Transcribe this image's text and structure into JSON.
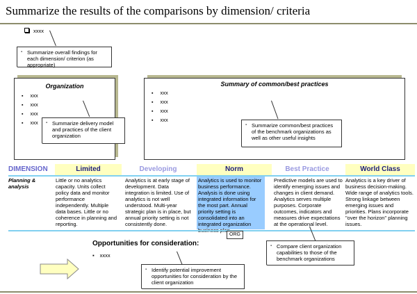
{
  "title": "Summarize the results of the comparisons by dimension/ criteria",
  "top_bullet": "xxxx",
  "callouts": {
    "overall": "Summarize overall findings for each dimension/ criterion (as appropriate)",
    "org": "Summarize delivery model and practices of the client organization",
    "summary": "Summarize common/best practices of the benchmark organizations as well as other useful insights",
    "compare": "Compare client organization capabilities to those of the benchmark organizations",
    "identify": "Identify potential improvement opportunities for consideration by the client organization"
  },
  "org_box": {
    "title": "Organization",
    "items": [
      "xxx",
      "xxx",
      "xxx",
      "xxx"
    ]
  },
  "summary_box": {
    "title": "Summary of common/best practices",
    "items": [
      "xxx",
      "xxx",
      "xxx",
      "xxx"
    ]
  },
  "table": {
    "dimension_header": "DIMENSION",
    "levels": [
      "Limited",
      "Developing",
      "Norm",
      "Best Practice",
      "World Class"
    ],
    "row": {
      "dimension": "Planning & analysis",
      "cells": [
        "Little or no analytics capacity.  Units collect policy data and monitor performance independently.  Multiple data bases. Little or no coherence in planning and reporting.",
        "Analytics is at early stage of development. Data integration is limited.  Use of analytics is not well understood. Multi-year strategic plan is in place, but annual priority setting is not consistently done.",
        "Analytics is used to monitor business performance. Analysis is done using integrated information for the most part.  Annual priority setting is consolidated into an integrated organization business plan.",
        "Predictive models are used to identify emerging issues and changes in client demand.  Analytics serves multiple purposes. Corporate outcomes, indicators and measures drive expectations at the operational level.",
        "Analytics is a key driver of business decision-making. Wide range of analytics tools. Strong linkage between emerging issues and priorities. Plans incorporate \"over the horizon\" planning issues."
      ]
    },
    "marker": "ORG"
  },
  "opportunities": {
    "title": "Opportunities for consideration:",
    "items": [
      "xxxx"
    ]
  },
  "colors": {
    "highlight_yellow": "#ffffc0",
    "norm_blue": "#99ccff",
    "rule_line": "#80d0f0"
  }
}
